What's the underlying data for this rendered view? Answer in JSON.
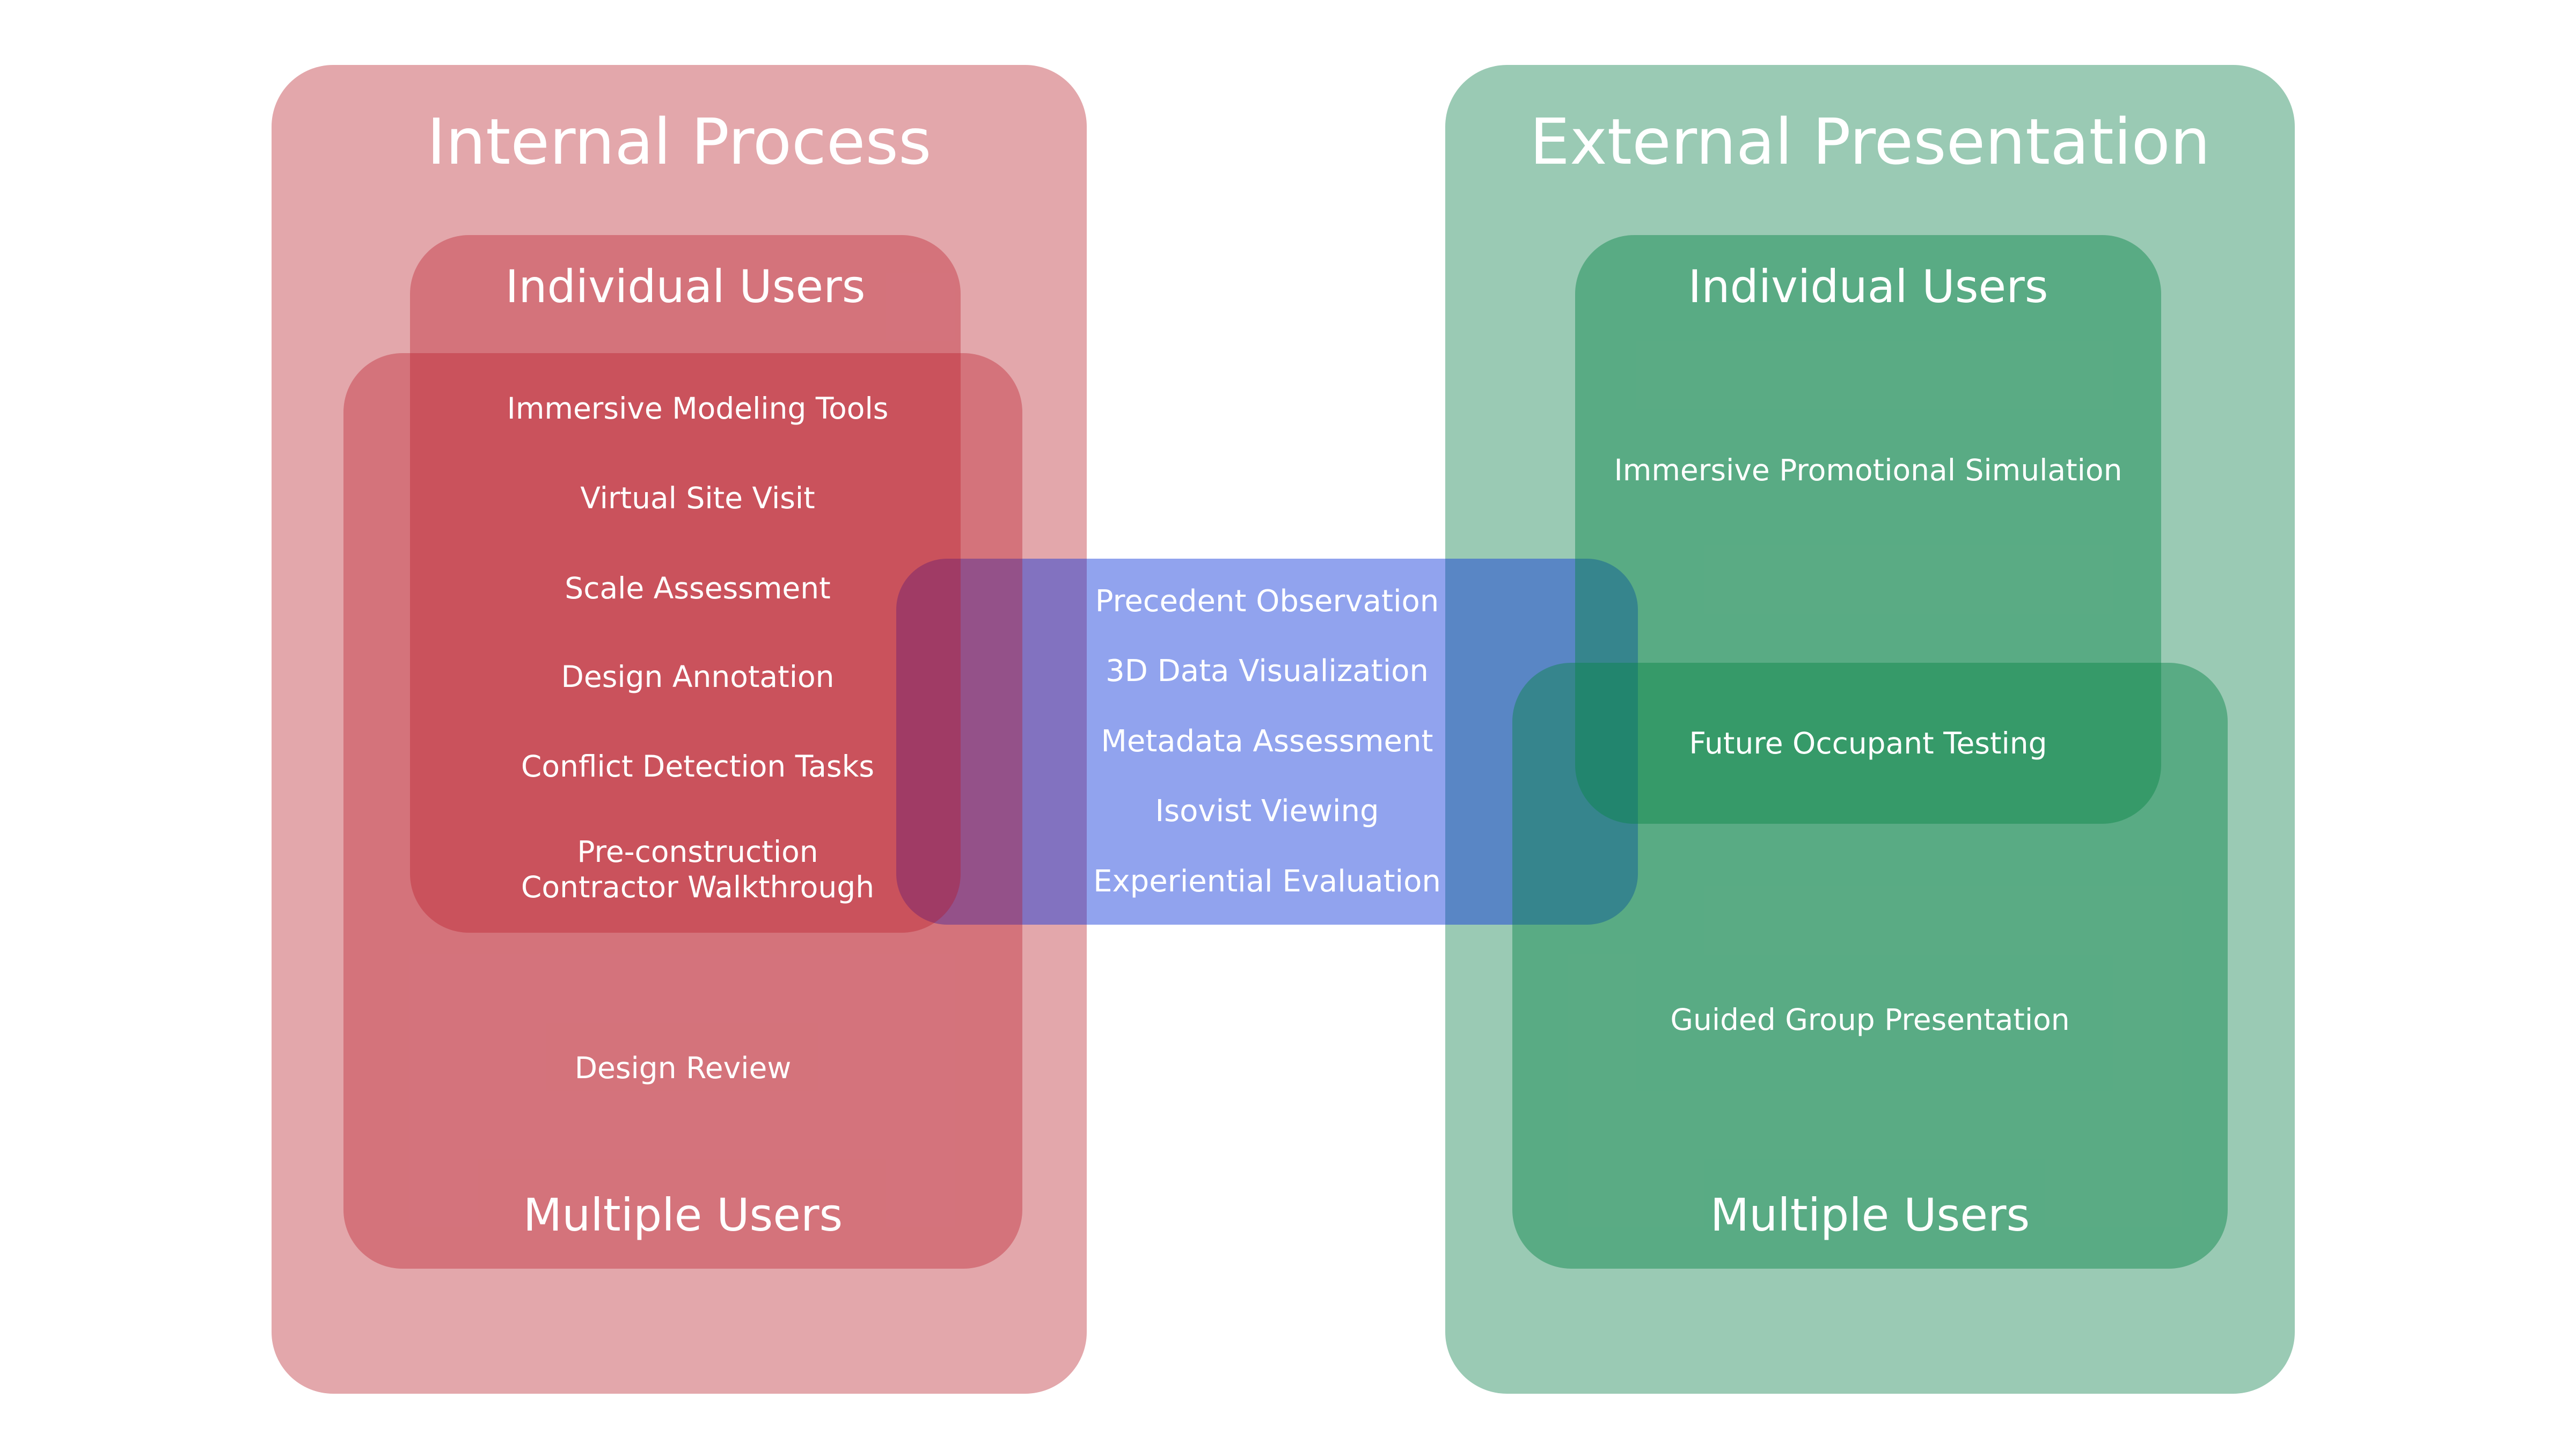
{
  "colors": {
    "pink_outer": "#E3A7AB",
    "green_outer": "#9ACAB4",
    "red_overlay": "rgba(183,19,35,0.35)",
    "green_overlay": "rgba(12,134,74,0.45)",
    "blue_overlay": "rgba(12,52,217,0.45)",
    "text": "#FFFFFF"
  },
  "left": {
    "title": "Internal Process",
    "individual_label": "Individual Users",
    "multiple_label": "Multiple Users",
    "individual_items": [
      "Immersive Modeling Tools",
      "Virtual Site Visit",
      "Scale Assessment",
      "Design Annotation",
      "Conflict Detection Tasks",
      "Pre-construction\nContractor Walkthrough"
    ],
    "multiple_items": [
      "Design Review"
    ]
  },
  "center": {
    "items": [
      "Precedent Observation",
      "3D Data Visualization",
      "Metadata Assessment",
      "Isovist Viewing",
      "Experiential Evaluation"
    ]
  },
  "right": {
    "title": "External Presentation",
    "individual_label": "Individual Users",
    "multiple_label": "Multiple Users",
    "individual_items": [
      "Immersive Promotional Simulation"
    ],
    "shared_items": [
      "Future Occupant Testing"
    ],
    "multiple_items": [
      "Guided Group Presentation"
    ]
  }
}
